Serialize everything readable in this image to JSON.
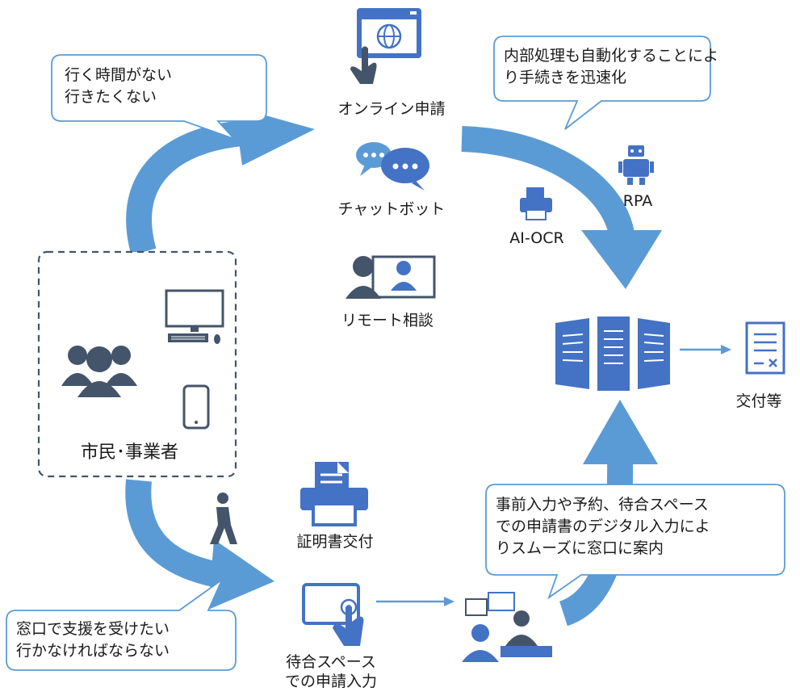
{
  "speech": {
    "top_left": [
      "行く時間がない",
      "行きたくない"
    ],
    "top_right": [
      "内部処理も自動化することによ",
      "り手続きを迅速化"
    ],
    "bottom_left": [
      "窓口で支援を受けたい",
      "行かなければならない"
    ],
    "bottom_right": [
      "事前入力や予約、待合スペース",
      "での申請書のデジタル入力によ",
      "りスムーズに窓口に案内"
    ]
  },
  "labels": {
    "online": "オンライン申請",
    "chatbot": "チャットボット",
    "remote": "リモート相談",
    "ai_ocr": "AI-OCR",
    "rpa": "RPA",
    "issuance": "交付等",
    "citizens": "市民･事業者",
    "certificate": "証明書交付",
    "waiting_input": [
      "待合スペース",
      "での申請入力"
    ]
  },
  "colors": {
    "arrow": "#5b9bd5",
    "icon_blue": "#4472c4",
    "icon_dark": "#44546a",
    "bubble_border": "#5b9bd5"
  },
  "icons": [
    "browser-globe-icon",
    "pointing-hand-icon",
    "chat-bubbles-icon",
    "video-call-icon",
    "printer-icon",
    "robot-icon",
    "server-rack-icon",
    "document-icon",
    "people-group-icon",
    "desktop-pc-icon",
    "smartphone-icon",
    "walking-person-icon",
    "tablet-touch-icon",
    "counter-consultation-icon"
  ]
}
